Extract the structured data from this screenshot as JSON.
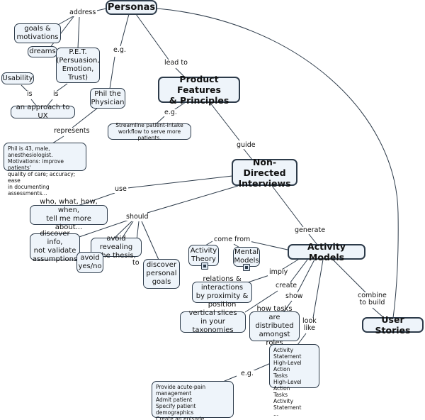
{
  "nodes": {
    "personas": "Personas",
    "goals": "goals &\nmotivations",
    "dreams": "dreams",
    "pet": "P.E.T.\n(Persuasion,\nEmotion,\nTrust)",
    "usability": "Usability",
    "approach": "an approach to UX",
    "phil": "Phil the\nPhysician",
    "phil_desc": "Phil is 43, male, anesthesiologist.\nMotivations: improve patients'\nquality of care; accuracy; ease\nin documenting assessments...",
    "features": "Product Features\n& Principles",
    "streamline": "Streamline patient-intake\nworkflow to serve more patients.",
    "interviews": "Non-Directed\nInterviews",
    "who": "who, what, how, when,\ntell me more about...",
    "discover_info": "discover info,\nnot validate\nassumptions",
    "avoid_thesis": "avoid revealing\nthe thesis",
    "avoid_yesno": "avoid\nyes/no",
    "discover_goals": "discover\npersonal\ngoals",
    "activity_theory": "Activity\nTheory",
    "mental_models": "Mental\nModels",
    "activity_models": "Activity Models",
    "relations": "relations & interactions\nby proximity & position",
    "vertical": "vertical slices\nin your taxonomies",
    "tasks_roles": "how tasks are\ndistributed\namongst roles",
    "user_stories": "User Stories",
    "activity_statement": "Activity Statement\n   High-Level Action\n      Tasks\n   High-Level Action\n      Tasks\nActivity Statement\n...",
    "provide": "Provide acute-pain management\n   Admit patient\n      Specify patient demographics\n      Create an episode\n   Consult w/ patient\n..."
  },
  "labels": {
    "address": "address",
    "eg1": "e.g.",
    "lead_to": "lead to",
    "is1": "is",
    "is2": "is",
    "represents": "represents",
    "eg2": "e.g.",
    "guide": "guide",
    "use": "use",
    "should": "should",
    "to": "to",
    "come_from": "come from",
    "generate": "generate",
    "imply": "imply",
    "create": "create",
    "show": "show",
    "look_like": "look\nlike",
    "combine": "combine\nto build",
    "eg3": "e.g."
  },
  "colors": {
    "node_fill": "#eef4fa",
    "border": "#2d3b4a",
    "line": "#2d3b4a"
  }
}
